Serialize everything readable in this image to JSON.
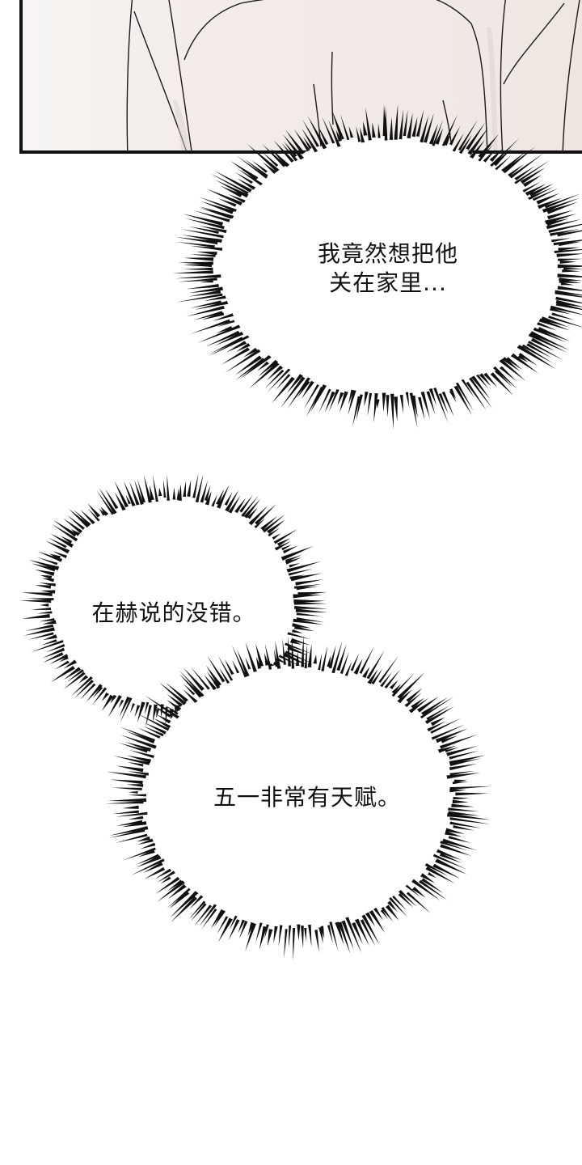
{
  "page": {
    "background": "#ffffff",
    "panel_border_color": "#111111",
    "panel_tint": "#f1e9e5"
  },
  "bubbles": [
    {
      "id": "thought-1",
      "type": "spiky-thought",
      "lines": [
        "我竟然想把他",
        "关在家里..."
      ]
    },
    {
      "id": "thought-2",
      "type": "spiky-thought",
      "lines": [
        "在赫说的没错。"
      ]
    },
    {
      "id": "thought-3",
      "type": "spiky-thought",
      "lines": [
        "五一非常有天赋。"
      ]
    }
  ]
}
